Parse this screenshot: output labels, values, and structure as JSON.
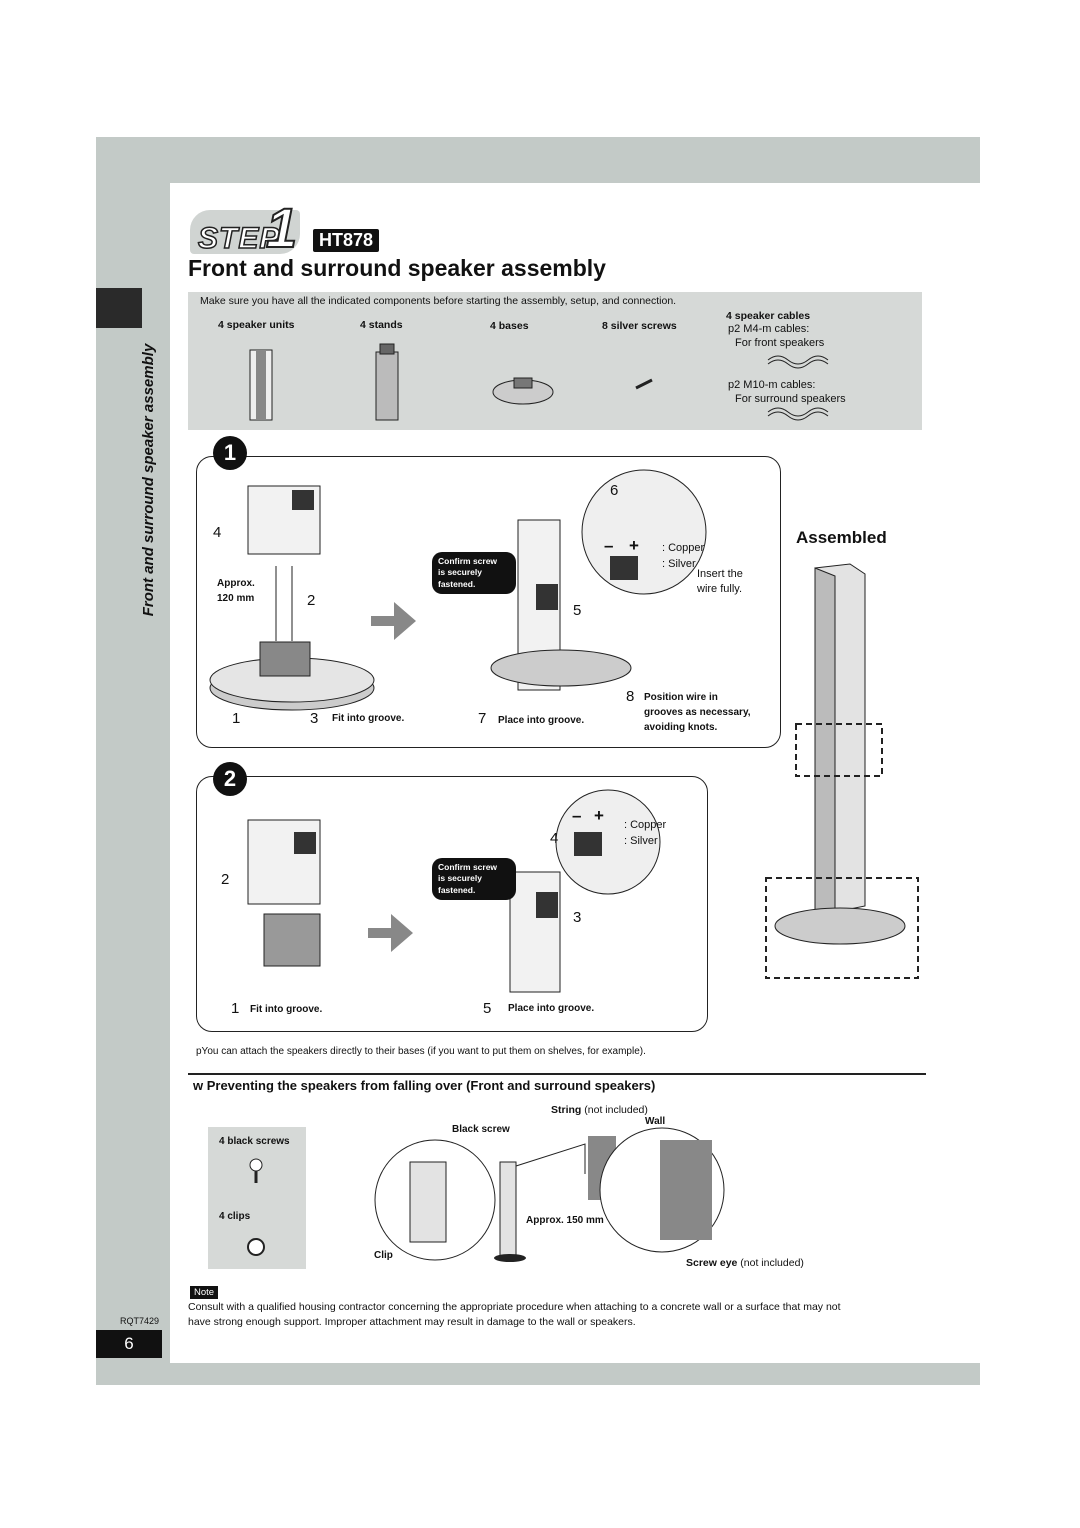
{
  "step": {
    "word": "STEP",
    "number": "1",
    "model": "HT878"
  },
  "title": "Front and surround speaker assembly",
  "sidebar_title": "Front and surround speaker assembly",
  "components": {
    "intro": "Make sure you have all the indicated components before starting the assembly, setup, and connection.",
    "speaker_units": "4 speaker units",
    "stands": "4 stands",
    "bases": "4 bases",
    "silver_screws": "8 silver screws",
    "speaker_cables": "4 speaker cables",
    "cables_front": "p2 M4-m cables:",
    "cables_front_note": "For front speakers",
    "cables_surround": "p2 M10-m cables:",
    "cables_surround_note": "For surround speakers"
  },
  "panel1": {
    "circle": "1",
    "n4": "4",
    "n2": "2",
    "n1": "1",
    "n3": "3",
    "n7": "7",
    "n5": "5",
    "n6": "6",
    "n8": "8",
    "approx": "Approx.",
    "approx_mm": "120 mm",
    "fit_groove": "Fit into groove.",
    "place_groove": "Place into groove.",
    "confirm1": "Confirm screw",
    "confirm2": "is securely",
    "confirm3": "fastened.",
    "copper": ": Copper",
    "silver": ": Silver",
    "insert1": "Insert the",
    "insert2": "wire fully.",
    "position1": "Position wire in",
    "position2": "grooves as necessary,",
    "position3": "avoiding knots.",
    "minus": "–",
    "plus": "+"
  },
  "assembled": "Assembled",
  "panel2": {
    "circle": "2",
    "n2": "2",
    "n1": "1",
    "n4": "4",
    "n3": "3",
    "n5": "5",
    "fit_groove": "Fit into groove.",
    "place_groove": "Place into groove.",
    "confirm1": "Confirm screw",
    "confirm2": "is securely",
    "confirm3": "fastened.",
    "copper": ": Copper",
    "silver": ": Silver",
    "minus": "–",
    "plus": "+"
  },
  "shelf_note": "pYou can attach the speakers directly to their bases (if you want to put them on shelves, for example).",
  "prevent": {
    "heading": "w Preventing the speakers from falling over (Front and surround speakers)",
    "black_screws": "4 black screws",
    "clips": "4 clips",
    "string": "String",
    "not_included": "(not included)",
    "black_screw": "Black screw",
    "wall": "Wall",
    "approx": "Approx. 150 mm",
    "clip": "Clip",
    "screw_eye": "Screw eye",
    "screw_eye_note": "(not included)"
  },
  "note": {
    "tag": "Note",
    "line1": "Consult with a qualified housing contractor concerning the appropriate procedure when attaching to a concrete wall or a surface that may not",
    "line2": "have strong enough support. Improper attachment may result in damage to the wall or speakers."
  },
  "footer": {
    "code": "RQT7429",
    "page": "6"
  }
}
